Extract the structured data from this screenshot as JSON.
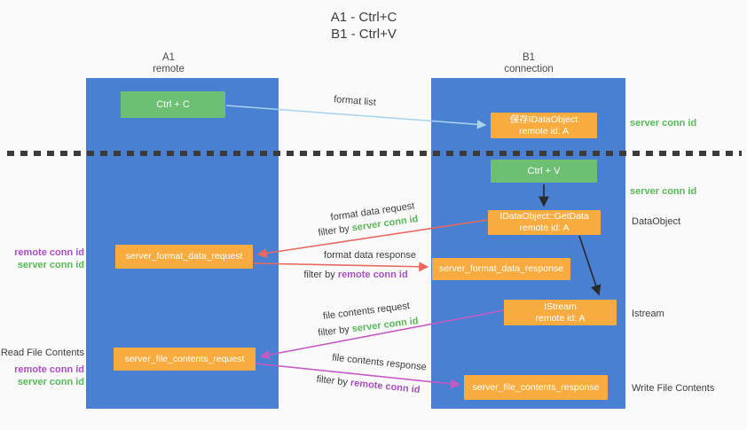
{
  "title": {
    "line1": "A1 - Ctrl+C",
    "line2": "B1 - Ctrl+V"
  },
  "lifelines": {
    "a1": {
      "id": "A1",
      "role": "remote"
    },
    "b1": {
      "id": "B1",
      "role": "connection"
    }
  },
  "nodes": {
    "ctrl_c": {
      "label": "Ctrl + C"
    },
    "save_idataobject": {
      "line1": "保存IDataObject",
      "line2": "remote id: A"
    },
    "ctrl_v": {
      "label": "Ctrl + V"
    },
    "getdata": {
      "line1": "IDataObject::GetData",
      "line2": "remote id: A"
    },
    "format_request": {
      "label": "server_format_data_request"
    },
    "format_response": {
      "label": "server_format_data_response"
    },
    "istream": {
      "line1": "IStream",
      "line2": "remote id: A"
    },
    "file_request": {
      "label": "server_file_contents_request"
    },
    "file_response": {
      "label": "server_file_contents_response"
    }
  },
  "flow_labels": {
    "format_list": "format list",
    "format_data_request": "format data request",
    "format_data_response": "format data response",
    "file_contents_request": "file contents request",
    "file_contents_response": "file contents response",
    "filter_by": "filter by ",
    "server_conn_id": "server conn id",
    "remote_conn_id": "remote conn id"
  },
  "annotations": {
    "right": {
      "server_conn_id_top": "server conn id",
      "server_conn_id_mid": "server conn id",
      "data_object": "DataObject",
      "istream": "Istream",
      "write_file_contents": "Write File Contents"
    },
    "left": {
      "remote_conn_id_1": "remote conn id",
      "server_conn_id_1": "server conn id",
      "read_file_contents": "Read File Contents",
      "remote_conn_id_2": "remote conn id",
      "server_conn_id_2": "server conn id"
    }
  },
  "colors": {
    "lifeline_blue": "#4a80d2",
    "node_orange": "#f8ac40",
    "node_green": "#6dbf73",
    "conn_id_green": "#57b957",
    "conn_id_purple": "#a94fc0",
    "arrow_red": "#e8695d",
    "arrow_magenta": "#c45ac4",
    "arrow_lightblue": "#a8d2ee",
    "arrow_black": "#2b2b2b",
    "divider_dark": "#3b3b3b"
  }
}
